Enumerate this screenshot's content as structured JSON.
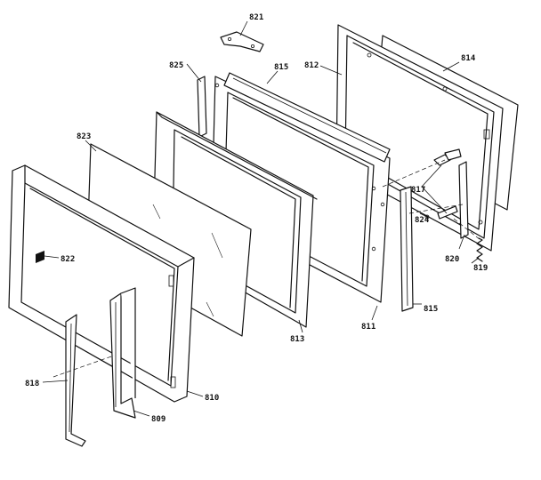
{
  "labels": {
    "p809": "809",
    "p810": "810",
    "p811": "811",
    "p812": "812",
    "p813": "813",
    "p814": "814",
    "p815a": "815",
    "p815b": "815",
    "p817": "817",
    "p818": "818",
    "p819": "819",
    "p820": "820",
    "p821": "821",
    "p822": "822",
    "p823": "823",
    "p824": "824",
    "p825": "825"
  }
}
